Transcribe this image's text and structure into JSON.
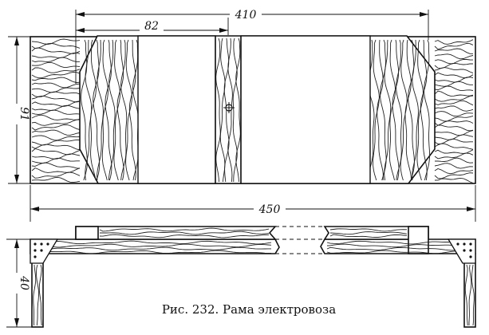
{
  "figure": {
    "caption": "Рис. 232. Рама электровоза"
  },
  "dimensions": {
    "overall_top_width": "410",
    "partial_width": "82",
    "plan_height": "91",
    "overall_length": "450",
    "side_height": "40"
  },
  "colors": {
    "ink": "#111111",
    "paper": "#ffffff"
  }
}
